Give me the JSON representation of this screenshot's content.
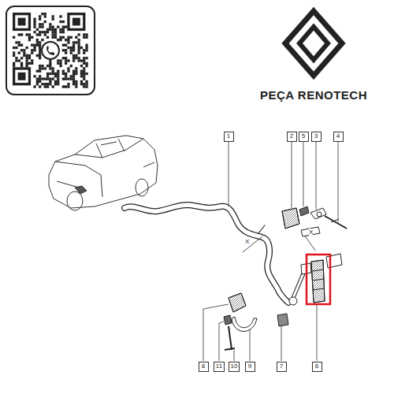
{
  "diagram": {
    "nodes": [
      {
        "text": [
          "1"
        ]
      },
      {
        "text": [
          "2"
        ]
      },
      {
        "text": [
          "5"
        ]
      },
      {
        "text": [
          "3"
        ]
      },
      {
        "text": [
          "4"
        ]
      },
      {
        "text": [
          "8"
        ]
      },
      {
        "text": [
          "11"
        ]
      },
      {
        "text": [
          "10"
        ]
      },
      {
        "text": [
          "9"
        ]
      },
      {
        "text": [
          "7"
        ]
      },
      {
        "text": [
          "6"
        ]
      }
    ],
    "labels": [
      "PEÇA RENOTECH",
      "X",
      "X"
    ]
  }
}
